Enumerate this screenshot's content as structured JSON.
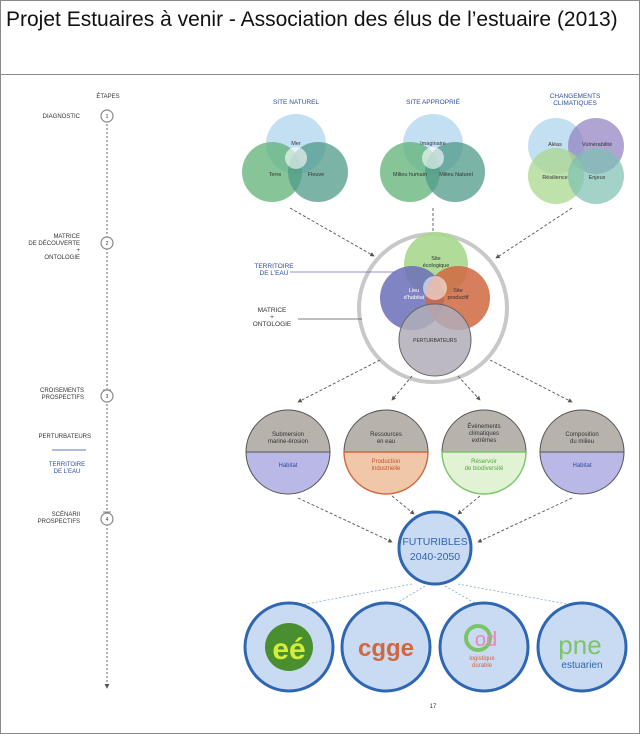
{
  "title": "Projet Estuaires à venir - Association des élus de l’estuaire (2013)",
  "steps": {
    "header": "ÉTAPES",
    "items": [
      {
        "lines": [
          "DIAGNOSTIC"
        ],
        "num": "1"
      },
      {
        "lines": [
          "MATRICE",
          "DE DÉCOUVERTE",
          "+",
          "ONTOLOGIE"
        ],
        "num": "2"
      },
      {
        "lines": [
          "CROISEMENTS",
          "PROSPECTIFS"
        ],
        "num": "3"
      },
      {
        "lines": [
          "SCÉNARII",
          "PROSPECTIFS"
        ],
        "num": "4"
      }
    ],
    "perturbateurs": "PERTURBATEURS",
    "territoire": [
      "TERRITOIRE",
      "DE L’EAU"
    ]
  },
  "sets": [
    {
      "title": [
        "SITE NATUREL"
      ],
      "circles": [
        "Mer",
        "Terre",
        "Fleuve"
      ]
    },
    {
      "title": [
        "SITE APPROPRIÉ"
      ],
      "circles": [
        "Imaginaire",
        "Milieu humain",
        "Milieu Naturel"
      ]
    },
    {
      "title": [
        "CHANGEMENTS",
        "CLIMATIQUES"
      ],
      "circles": [
        "Aléas",
        "Vulnérabilité",
        "Résilience",
        "Enjeux"
      ]
    }
  ],
  "matrix": {
    "territoire_label": [
      "TERRITOIRE",
      "DE L’EAU"
    ],
    "matrice_label": [
      "MATRICE",
      "+",
      "ONTOLOGIE"
    ],
    "circles": {
      "site_ecologique": [
        "Site",
        "écologique"
      ],
      "lieu_habitat": [
        "Lieu",
        "d’habitat"
      ],
      "site_productif": [
        "Site",
        "productif"
      ],
      "perturbateurs": "PERTURBATEURS"
    }
  },
  "crossings": [
    {
      "top": [
        "Submersion",
        "marine-érosion"
      ],
      "bottom": [
        "Habitat"
      ]
    },
    {
      "top": [
        "Ressources",
        "en eau"
      ],
      "bottom": [
        "Production",
        "industrielle"
      ]
    },
    {
      "top": [
        "Événements",
        "climatiques",
        "extrêmes"
      ],
      "bottom": [
        "Réservoir",
        "de biodiversité"
      ]
    },
    {
      "top": [
        "Composition",
        "du milieu"
      ],
      "bottom": [
        "Habitat"
      ]
    }
  ],
  "futuribles": {
    "line1": "FUTURIBLES",
    "line2": "2040-2050"
  },
  "logos": [
    {
      "text": "eé"
    },
    {
      "text": "cgge"
    },
    {
      "text": "od",
      "sub": [
        "logistique",
        "durable"
      ]
    },
    {
      "text": "pne",
      "sub": [
        "estuarien"
      ]
    }
  ],
  "page_number": "17",
  "colors": {
    "green_light": "#a9d78e",
    "green_mid": "#5fb276",
    "blue_light": "#b9d9f0",
    "teal": "#4f9a8a",
    "purple": "#6b6fb8",
    "orange": "#d0673f",
    "gray_cap": "#b8b2ad",
    "lavender": "#b9b8e6",
    "blue_dark": "#2f66b1",
    "blue_circle": "#c9daf3",
    "label_blue": "#2c4e9c"
  }
}
